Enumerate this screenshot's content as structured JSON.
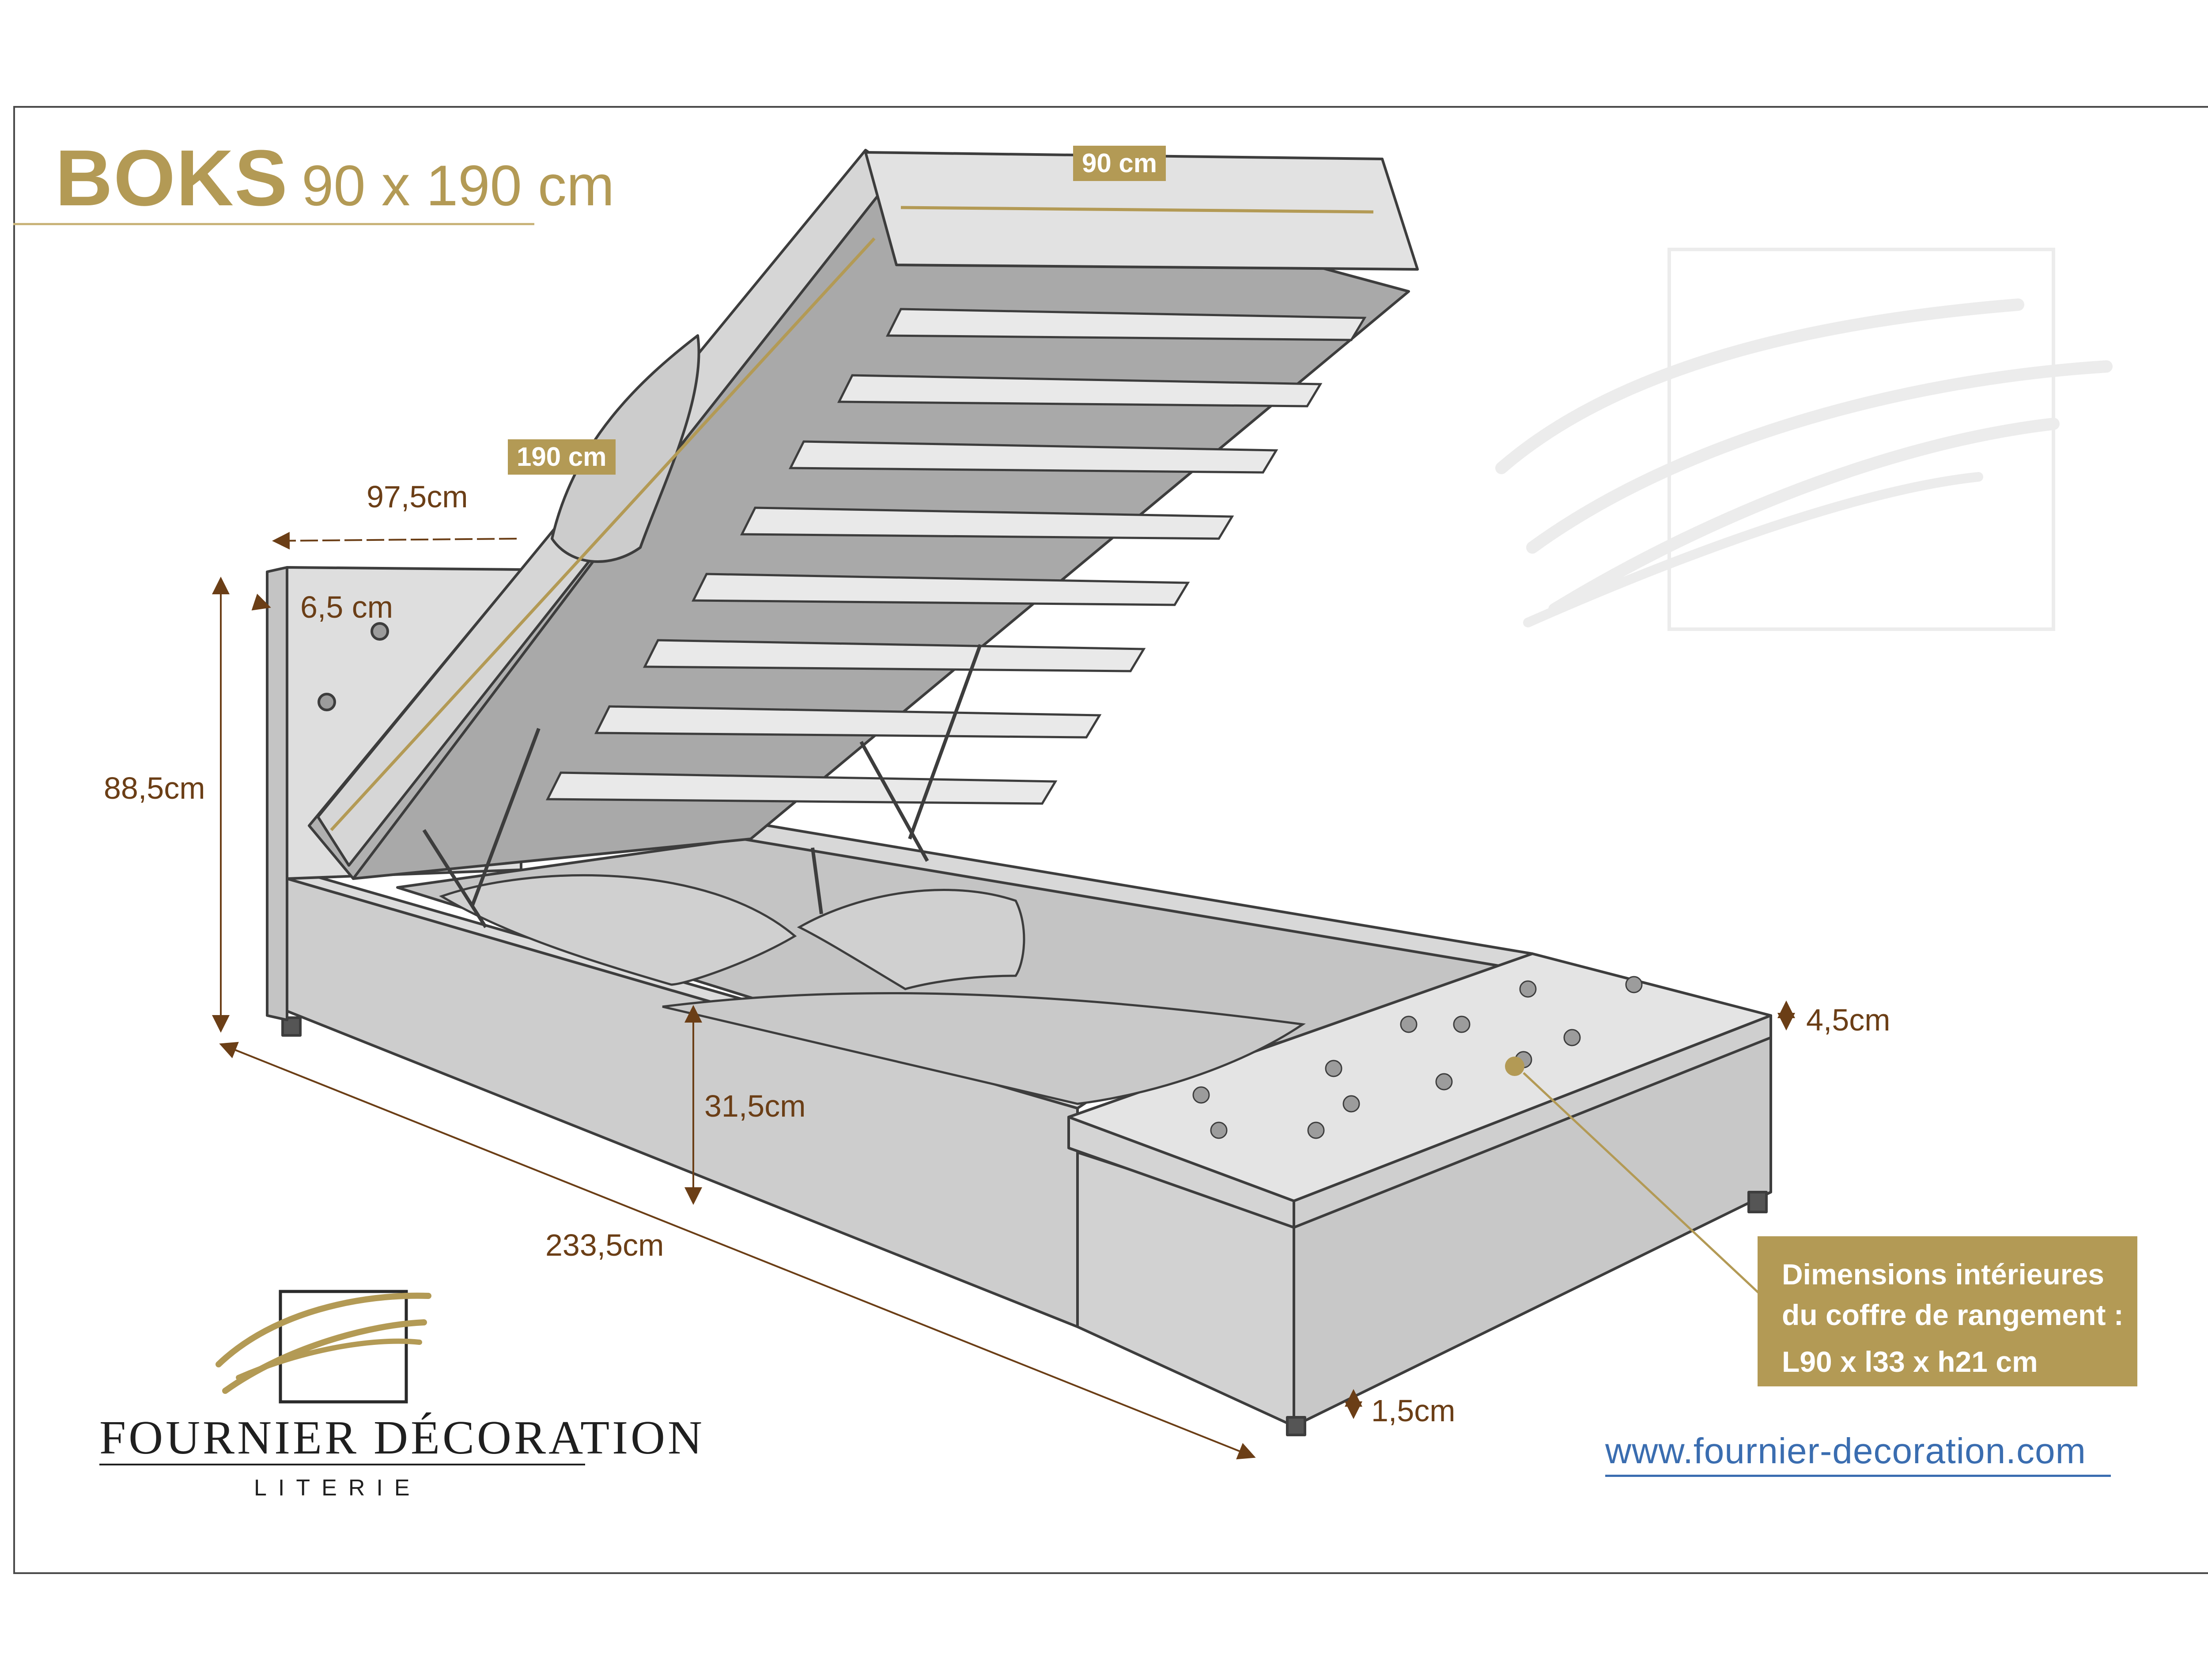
{
  "title": {
    "product": "BOKS",
    "size": "90 x 190 cm"
  },
  "dimensions": {
    "mattress_width": "90 cm",
    "mattress_length": "190 cm",
    "total_width": "97,5cm",
    "headboard_thickness": "6,5 cm",
    "headboard_height": "88,5cm",
    "frame_height": "31,5cm",
    "total_length": "233,5cm",
    "bench_cushion": "4,5cm",
    "foot_clearance": "1,5cm"
  },
  "storage_info": {
    "line1": "Dimensions intérieures",
    "line2": "du coffre de rangement :",
    "line3": "L90 x l33 x h21 cm"
  },
  "brand": {
    "name": "FOURNIER DÉCORATION",
    "sub": "LITERIE",
    "url": "www.fournier-decoration.com"
  },
  "colors": {
    "gold": "#b39a55",
    "dimension_text": "#6b3e16",
    "link": "#3a6db0"
  },
  "icons": [
    "brand-logo-icon",
    "watermark-logo-icon"
  ]
}
